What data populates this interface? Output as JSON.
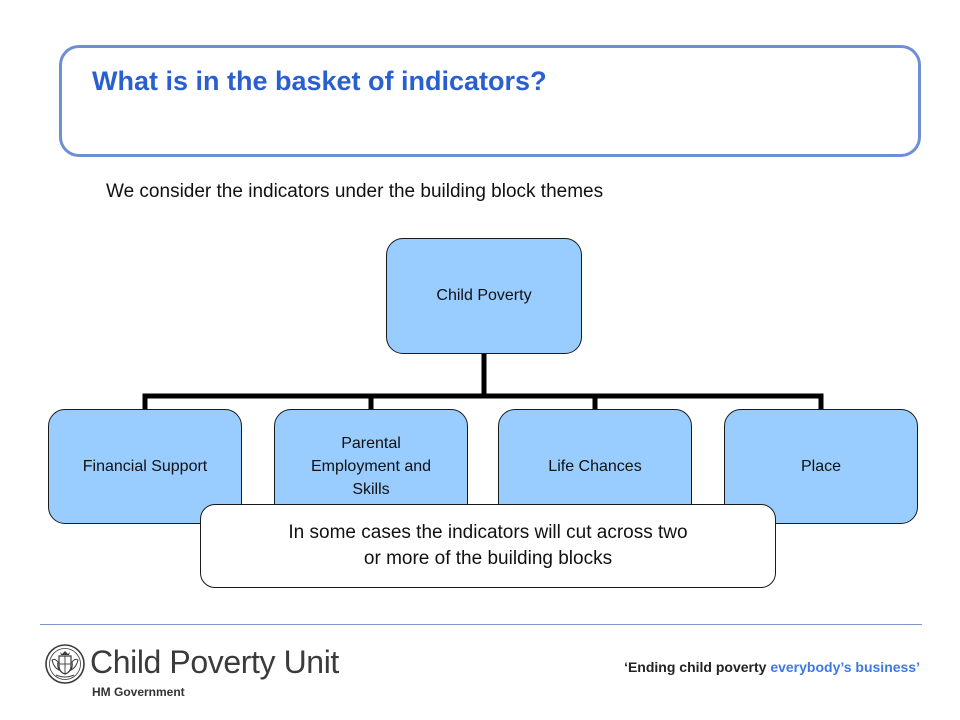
{
  "header": {
    "title": "What is in the basket of indicators?"
  },
  "intro": "We consider the indicators under the building block themes",
  "diagram": {
    "root": "Child Poverty",
    "children": {
      "financial": "Financial Support",
      "parental": [
        "Parental",
        "Employment and",
        "Skills"
      ],
      "life": "Life Chances",
      "place": "Place"
    },
    "callout": [
      "In some cases the indicators will cut across two",
      "or more of the building blocks"
    ]
  },
  "footer": {
    "logo_text": "Child Poverty Unit",
    "logo_sub": "HM Government",
    "tagline_part1": "‘Ending child poverty",
    "tagline_part2": "everybody’s business’",
    "crest_icon": "royal-crest-icon"
  },
  "colors": {
    "title": "#2a5fd0",
    "title_border": "#6e8fd6",
    "node_fill": "#99ccff",
    "accent": "#3f78e6",
    "divider": "#7d96c8"
  }
}
